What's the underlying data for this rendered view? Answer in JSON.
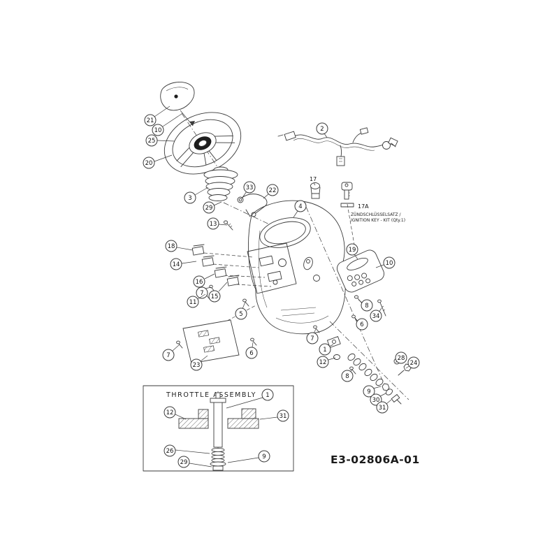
{
  "diagram": {
    "part_number": "E3-02806A-01",
    "inset": {
      "title": "THROTTLE ASSEMBLY"
    },
    "ignition": {
      "switch_label": "17",
      "kit_label": "17A",
      "kit_line1": "ZÜNDSCHLÜSSELSATZ /",
      "kit_line2": "IGNITION KEY - KIT (Qty.1)"
    },
    "line_color": "#3a3a3a",
    "callouts": [
      {
        "label": "21"
      },
      {
        "label": "10"
      },
      {
        "label": "25"
      },
      {
        "label": "20"
      },
      {
        "label": "3"
      },
      {
        "label": "29"
      },
      {
        "label": "33"
      },
      {
        "label": "22"
      },
      {
        "label": "13"
      },
      {
        "label": "2"
      },
      {
        "label": "4"
      },
      {
        "label": "18"
      },
      {
        "label": "14"
      },
      {
        "label": "16"
      },
      {
        "label": "15"
      },
      {
        "label": "7"
      },
      {
        "label": "11"
      },
      {
        "label": "5"
      },
      {
        "label": "7"
      },
      {
        "label": "23"
      },
      {
        "label": "6"
      },
      {
        "label": "19"
      },
      {
        "label": "10"
      },
      {
        "label": "8"
      },
      {
        "label": "34"
      },
      {
        "label": "6"
      },
      {
        "label": "7"
      },
      {
        "label": "1"
      },
      {
        "label": "12"
      },
      {
        "label": "8"
      },
      {
        "label": "28"
      },
      {
        "label": "24"
      },
      {
        "label": "9"
      },
      {
        "label": "30"
      },
      {
        "label": "31"
      },
      {
        "label": "12"
      },
      {
        "label": "1"
      },
      {
        "label": "31"
      },
      {
        "label": "26"
      },
      {
        "label": "29"
      },
      {
        "label": "9"
      }
    ]
  }
}
